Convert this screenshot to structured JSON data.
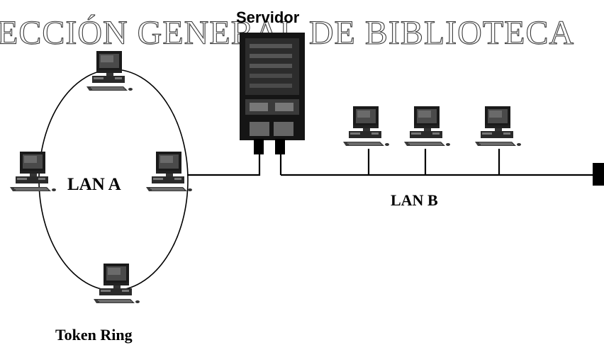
{
  "watermark": "ECCIÓN GENERAL DE BIBLIOTECA",
  "server": {
    "label": "Servidor",
    "icon": "server-tower-icon"
  },
  "lan_a": {
    "label": "LAN A",
    "topology_label": "Token Ring",
    "node_icon": "desktop-computer-icon"
  },
  "lan_b": {
    "label": "LAN B",
    "node_icon": "desktop-computer-icon",
    "terminator_icon": "bus-terminator-icon"
  },
  "colors": {
    "line": "#000000",
    "server_body": "#151515",
    "watermark_outline": "#3a3a3a"
  }
}
